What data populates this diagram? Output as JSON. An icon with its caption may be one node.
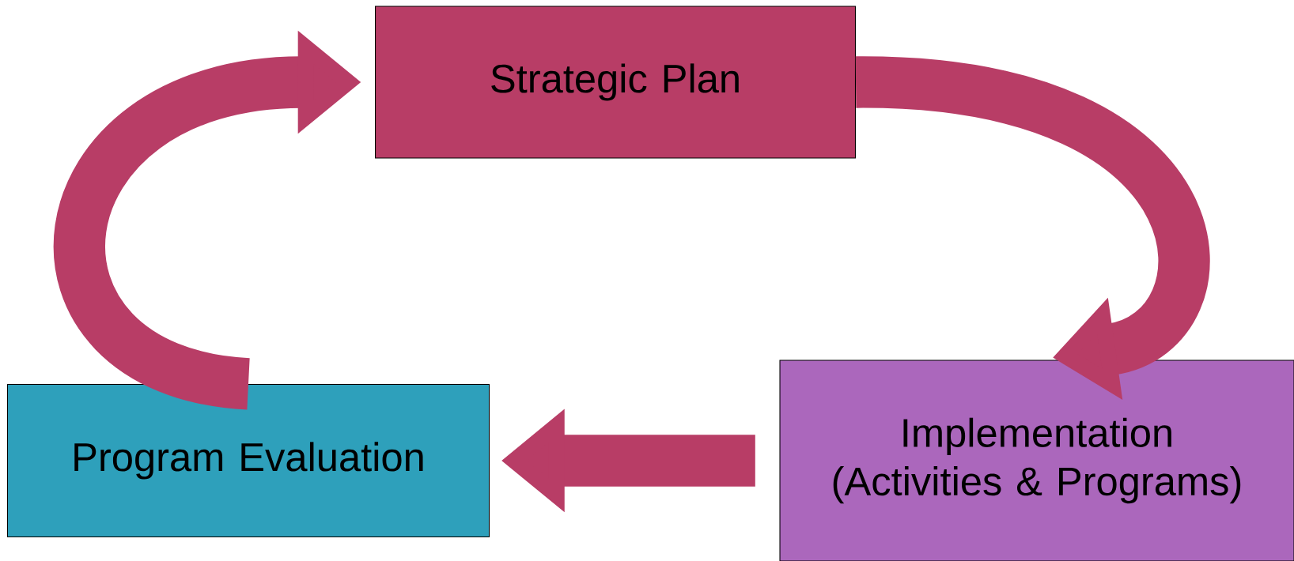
{
  "diagram": {
    "nodes": [
      {
        "text": [
          "Strategic Plan"
        ]
      },
      {
        "text": [
          "Implementation (Activities & Programs)"
        ]
      },
      {
        "text": [
          "Program Evaluation"
        ]
      }
    ],
    "edges": [
      {
        "from": 0,
        "to": 1,
        "arrow": "to"
      },
      {
        "from": 1,
        "to": 2,
        "arrow": "to"
      },
      {
        "from": 2,
        "to": 0,
        "arrow": "to"
      }
    ]
  }
}
